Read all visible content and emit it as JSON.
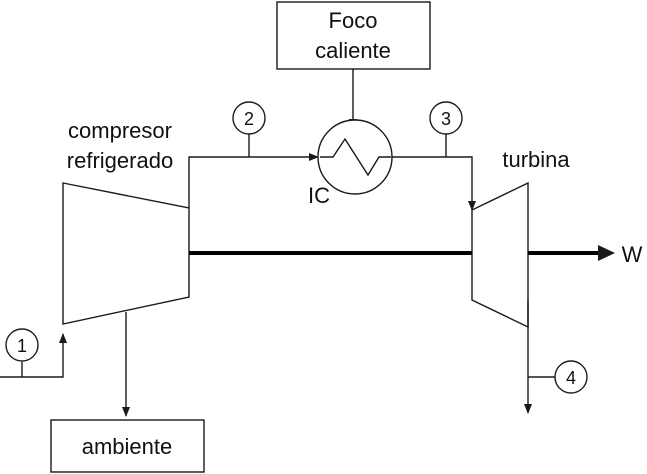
{
  "labels": {
    "hot_source": [
      "Foco",
      "caliente"
    ],
    "ambient": "ambiente",
    "compressor": [
      "compresor",
      "refrigerado"
    ],
    "heat_exchanger": "IC",
    "turbine": "turbina",
    "work": "W"
  },
  "states": [
    "1",
    "2",
    "3",
    "4"
  ]
}
